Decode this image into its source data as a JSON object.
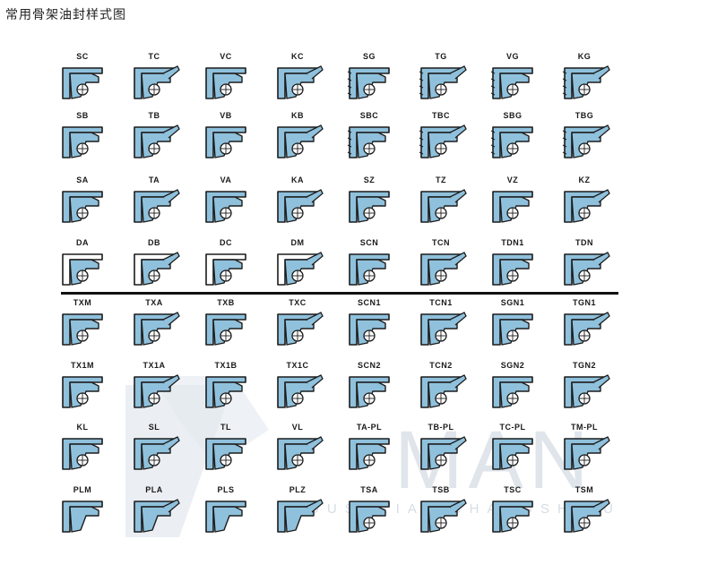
{
  "title": "常用骨架油封样式图",
  "watermark": {
    "brand": "MAN",
    "tagline": "INDUSTRIAL CHANGSHIFU"
  },
  "colors": {
    "seal_blue": "#8fc1dc",
    "outline": "#1c1c1c",
    "watermark": "#d9dfe6"
  },
  "rows": [
    [
      "SC",
      "TC",
      "VC",
      "KC",
      "SG",
      "TG",
      "VG",
      "KG"
    ],
    [
      "SB",
      "TB",
      "VB",
      "KB",
      "SBC",
      "TBC",
      "SBG",
      "TBG"
    ],
    [
      "SA",
      "TA",
      "VA",
      "KA",
      "SZ",
      "TZ",
      "VZ",
      "KZ"
    ],
    [
      "DA",
      "DB",
      "DC",
      "DM",
      "SCN",
      "TCN",
      "TDN1",
      "TDN"
    ],
    [
      "TXM",
      "TXA",
      "TXB",
      "TXC",
      "SCN1",
      "TCN1",
      "SGN1",
      "TGN1"
    ],
    [
      "TX1M",
      "TX1A",
      "TX1B",
      "TX1C",
      "SCN2",
      "TCN2",
      "SGN2",
      "TGN2"
    ],
    [
      "KL",
      "SL",
      "TL",
      "VL",
      "TA-PL",
      "TB-PL",
      "TC-PL",
      "TM-PL"
    ],
    [
      "PLM",
      "PLA",
      "PLS",
      "PLZ",
      "TSA",
      "TSB",
      "TSC",
      "TSM"
    ]
  ]
}
